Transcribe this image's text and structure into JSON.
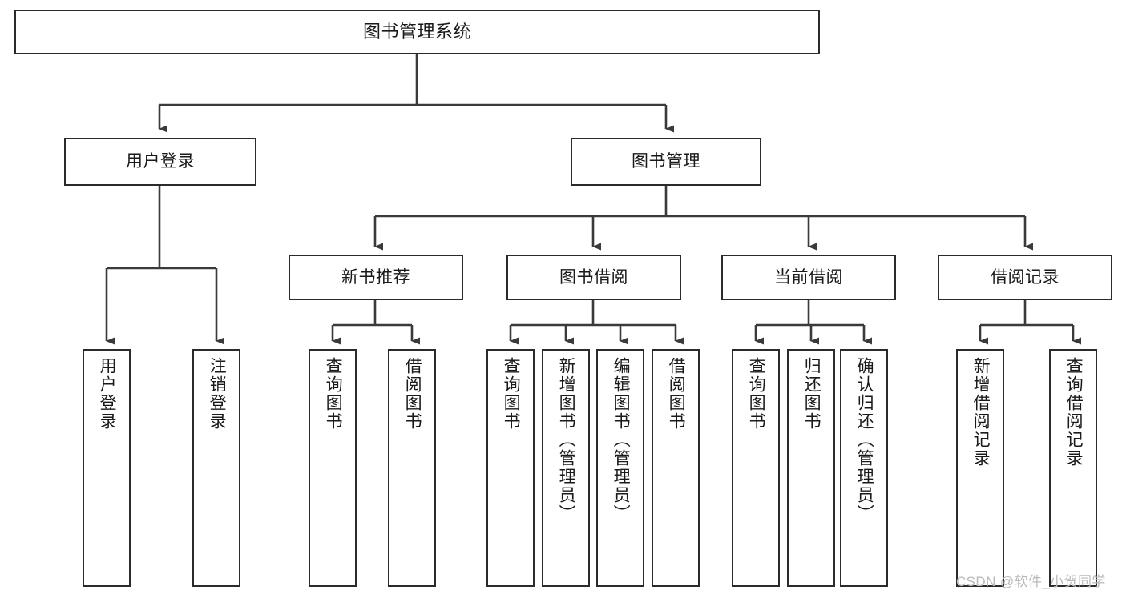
{
  "diagram": {
    "title": "图书管理系统",
    "type": "tree-hierarchy-chart",
    "colors": {
      "box_border": "#2b2b2b",
      "box_fill": "#ffffff",
      "edge": "#3a3a3a",
      "text": "#1a1a1a",
      "watermark": "#b9b9b9"
    },
    "watermark": "CSDN @软件_小贺同学",
    "nodes": {
      "root": {
        "label": "图书管理系统"
      },
      "level2": [
        {
          "id": "user-login",
          "label": "用户登录"
        },
        {
          "id": "book-manage",
          "label": "图书管理"
        }
      ],
      "level3": [
        {
          "id": "new-book-recommend",
          "label": "新书推荐"
        },
        {
          "id": "book-borrow",
          "label": "图书借阅"
        },
        {
          "id": "current-borrow",
          "label": "当前借阅"
        },
        {
          "id": "borrow-record",
          "label": "借阅记录"
        }
      ],
      "leaves": {
        "user_login": [
          {
            "id": "leaf-user-login",
            "label": "用户登录"
          },
          {
            "id": "leaf-logout-login",
            "label": "注销登录"
          }
        ],
        "new_book_recommend": [
          {
            "id": "leaf-query-book-1",
            "label": "查询图书"
          },
          {
            "id": "leaf-borrow-book-1",
            "label": "借阅图书"
          }
        ],
        "book_borrow": [
          {
            "id": "leaf-query-book-2",
            "label": "查询图书"
          },
          {
            "id": "leaf-add-book",
            "label": "新增图书（管理员）"
          },
          {
            "id": "leaf-edit-book",
            "label": "编辑图书（管理员）"
          },
          {
            "id": "leaf-borrow-book-2",
            "label": "借阅图书"
          }
        ],
        "current_borrow": [
          {
            "id": "leaf-query-book-3",
            "label": "查询图书"
          },
          {
            "id": "leaf-return-book",
            "label": "归还图书"
          },
          {
            "id": "leaf-confirm-return",
            "label": "确认归还（管理员）"
          }
        ],
        "borrow_record": [
          {
            "id": "leaf-add-record",
            "label": "新增借阅记录"
          },
          {
            "id": "leaf-query-record",
            "label": "查询借阅记录"
          }
        ]
      }
    }
  }
}
